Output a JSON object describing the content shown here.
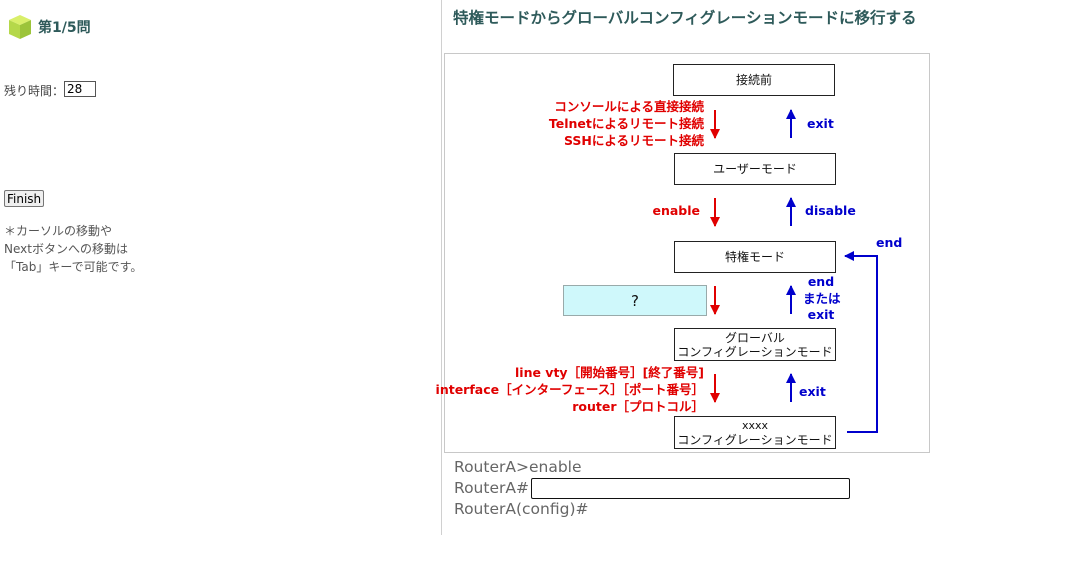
{
  "question": {
    "number_label": "第1/5問",
    "title": "特権モードからグローバルコンフィグレーションモードに移行する"
  },
  "timer": {
    "label": "残り時間：",
    "value": "28"
  },
  "finish_label": "Finish",
  "note_lines": [
    "＊カーソルの移動や",
    "Nextボタンへの移動は",
    "「Tab」キーで可能です。"
  ],
  "diagram": {
    "boxes": {
      "pre_connect": "接続前",
      "user_mode": "ユーザーモード",
      "priv_mode": "特権モード",
      "global_line1": "グローバル",
      "global_line2": "コンフィグレーションモード",
      "xxxx_line1": "xxxx",
      "xxxx_line2": "コンフィグレーションモード"
    },
    "answer_placeholder": "?",
    "red_connect": [
      "コンソールによる直接接続",
      "Telnetによるリモート接続",
      "SSHによるリモート接続"
    ],
    "red_enable": "enable",
    "red_sub": [
      "line vty［開始番号］[終了番号]",
      "interface［インターフェース］［ポート番号］",
      "router［プロトコル］"
    ],
    "blue_exit_top": "exit",
    "blue_disable": "disable",
    "blue_end_side": "end",
    "blue_end_or_exit": [
      "end",
      "または",
      "exit"
    ],
    "blue_exit_bottom": "exit"
  },
  "terminal": {
    "line1": "RouterA>enable",
    "line2_prompt": "RouterA#",
    "line2_value": "",
    "line3": "RouterA(config)#"
  },
  "colors": {
    "heading": "#2e5a5a",
    "red": "#e00000",
    "blue": "#0000cc",
    "answer_bg": "#cff8fb"
  }
}
